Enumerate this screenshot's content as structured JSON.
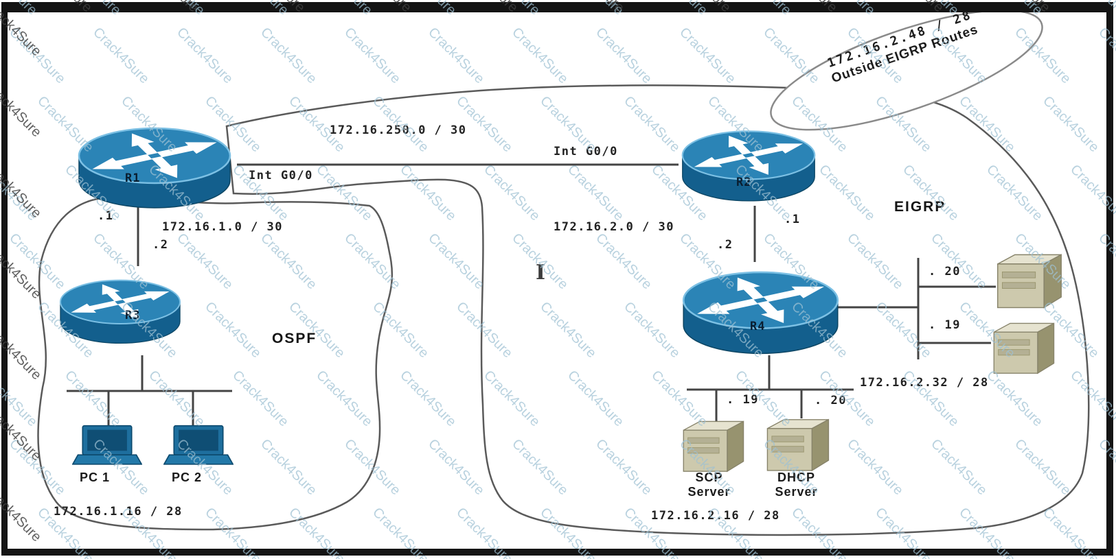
{
  "watermark": {
    "text": "Crack4Sure"
  },
  "clouds": {
    "ospf": {
      "label": "OSPF"
    },
    "eigrp": {
      "label": "EIGRP"
    }
  },
  "outside_routes": {
    "subnet": "172.16.2.48 / 28",
    "label": "Outside EIGRP Routes"
  },
  "devices": {
    "r1": "R1",
    "r2": "R2",
    "r3": "R3",
    "r4": "R4",
    "pc1": "PC 1",
    "pc2": "PC 2",
    "scp": {
      "line1": "SCP",
      "line2": "Server"
    },
    "dhcp": {
      "line1": "DHCP",
      "line2": "Server"
    }
  },
  "links": {
    "r1_r2": {
      "subnet": "172.16.250.0 / 30",
      "r1_int": "Int G0/0",
      "r2_int": "Int G0/0"
    },
    "r1_r3": {
      "subnet": "172.16.1.0 / 30",
      "r1_ip": ".1",
      "r3_ip": ".2"
    },
    "r2_r4": {
      "subnet": "172.16.2.0 / 30",
      "r2_ip": ".1",
      "r4_ip": ".2"
    },
    "pc_lan": {
      "subnet": "172.16.1.16 / 28"
    },
    "server_lan_right": {
      "subnet": "172.16.2.32 / 28",
      "host_top": ". 20",
      "host_bottom": ". 19"
    },
    "server_lan_bottom": {
      "subnet": "172.16.2.16 / 28",
      "scp_ip": ". 19",
      "dhcp_ip": ". 20"
    }
  },
  "cursor": {
    "glyph": "I"
  }
}
